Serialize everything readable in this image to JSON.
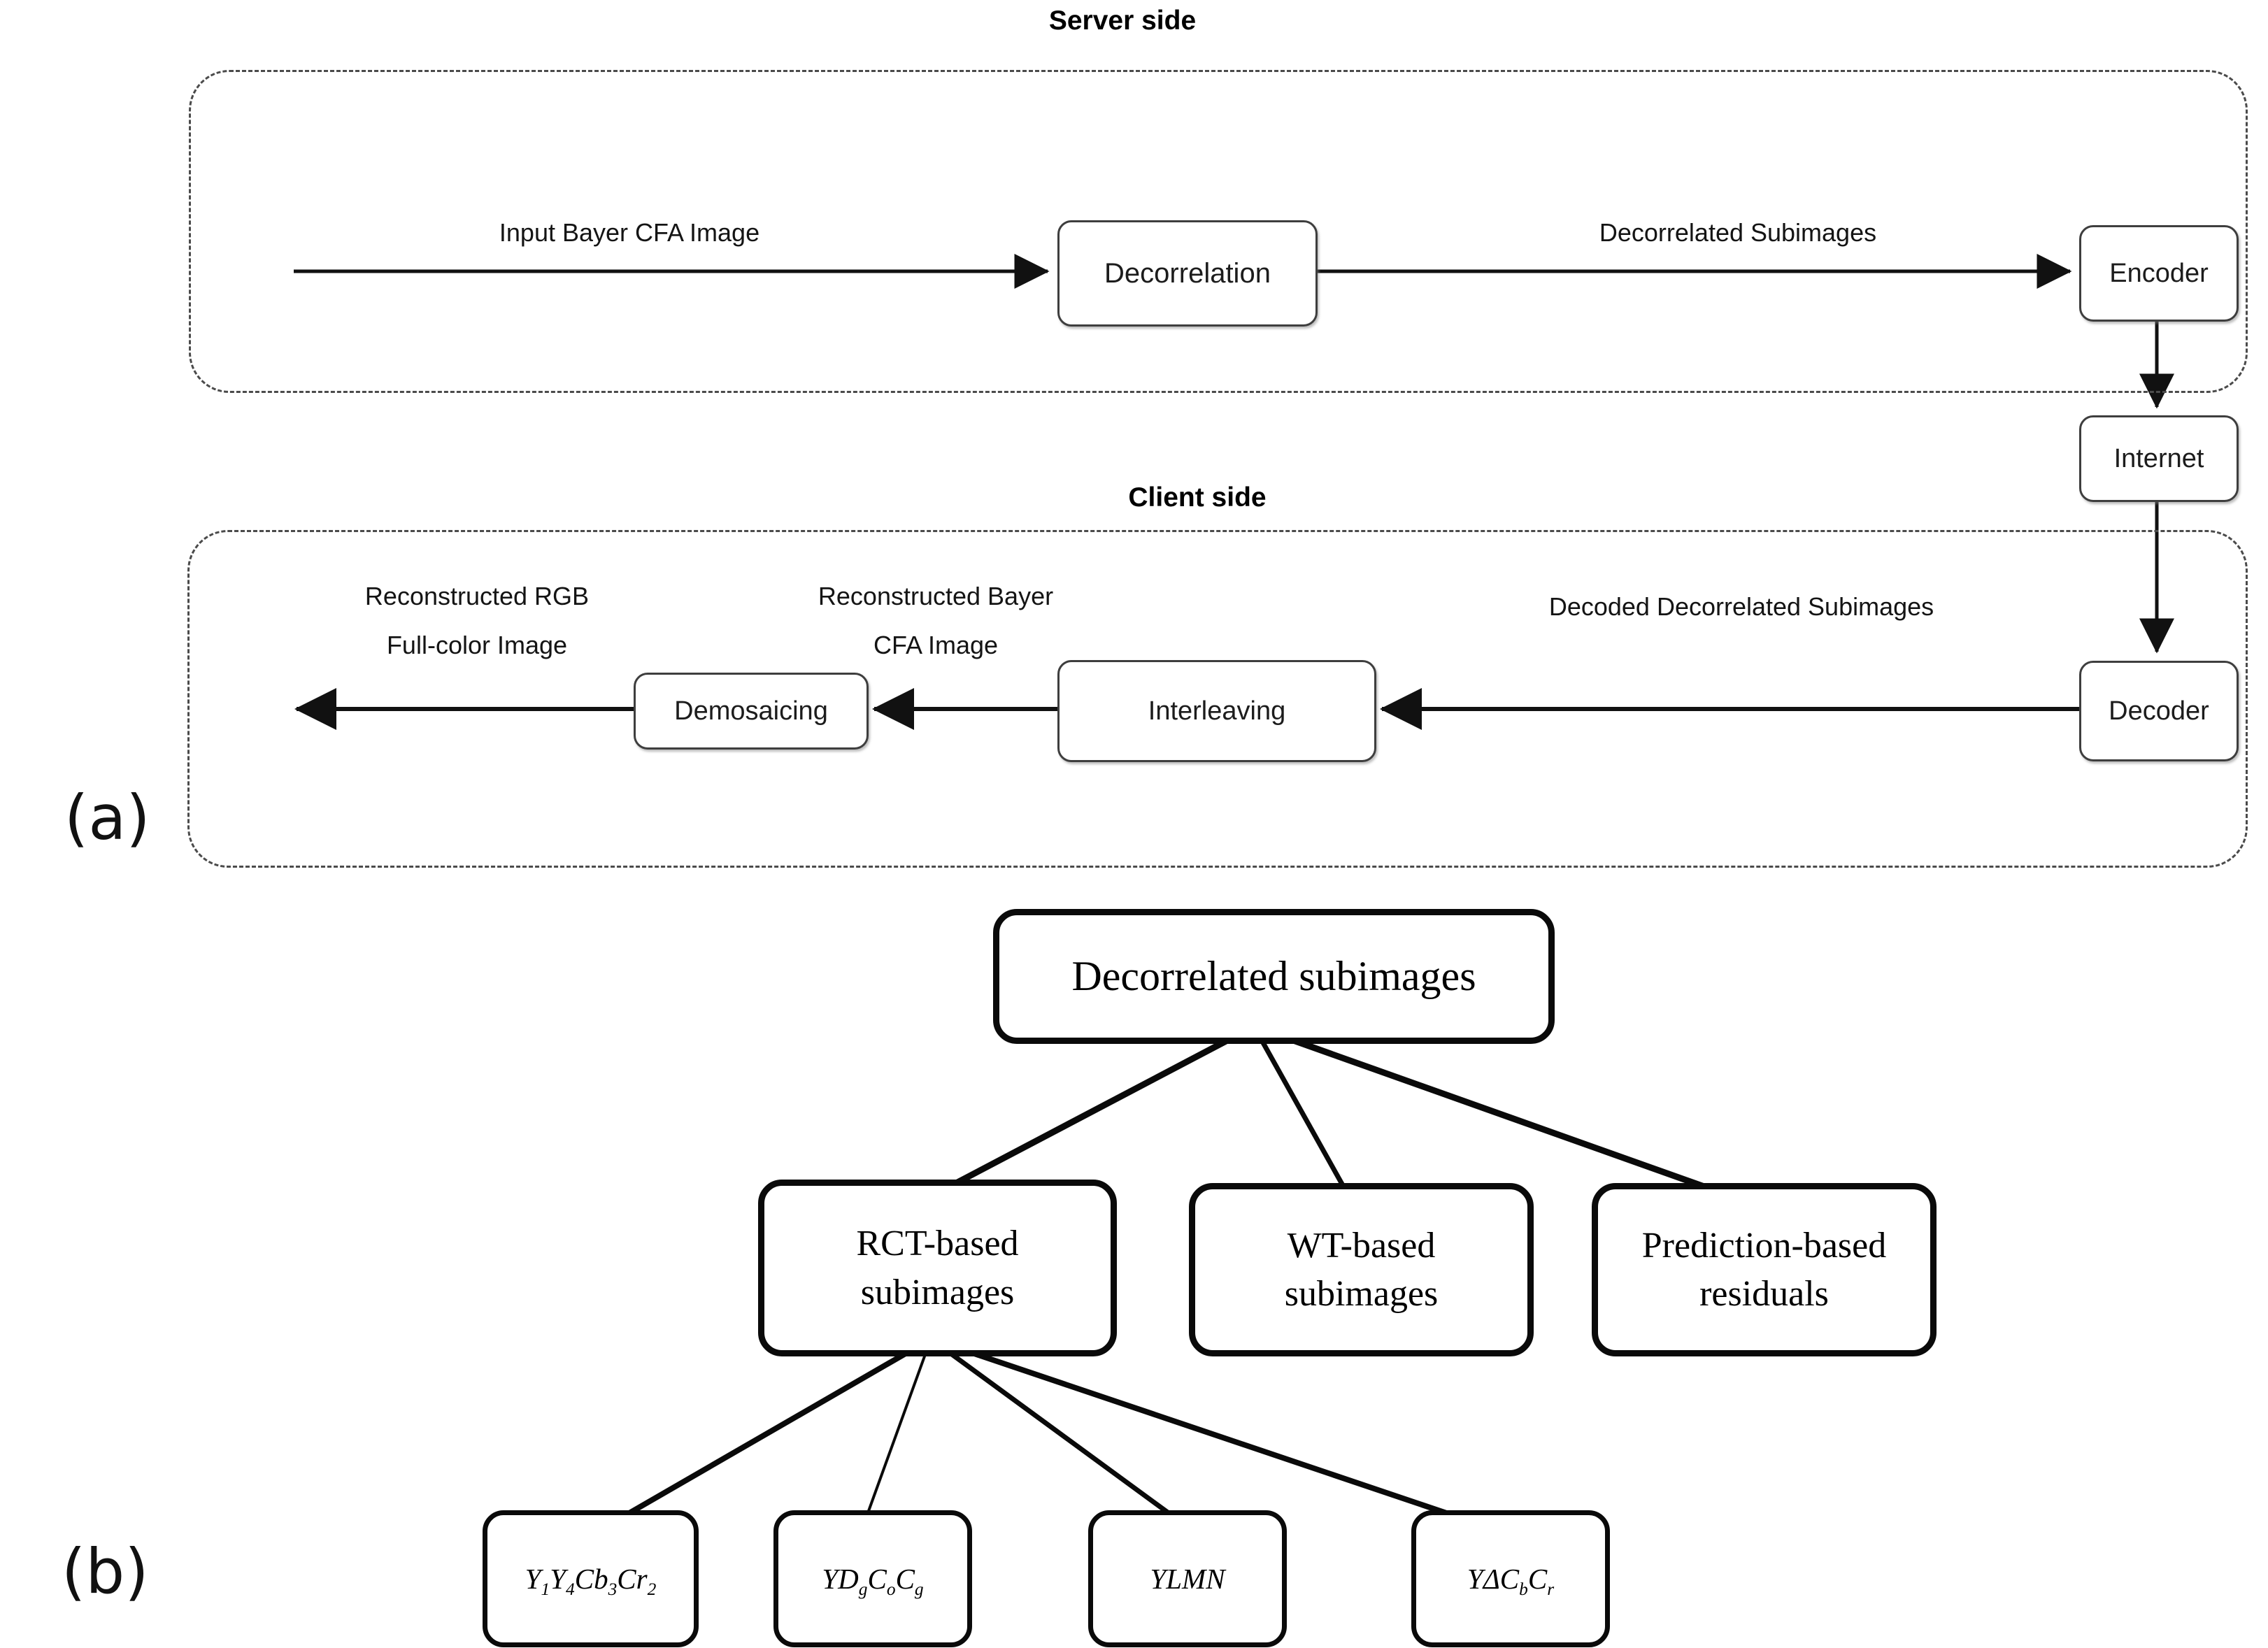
{
  "colors": {
    "ink": "#1a1a1a",
    "arrow": "#111111",
    "panel_dash_border": "#4b4b4b",
    "flow_box_border": "#3e3e3e",
    "tree_box_border": "#0a0a0a",
    "background": "#ffffff"
  },
  "panel_a": {
    "label": "(a)",
    "server": {
      "title": "Server side",
      "input_label": "Input Bayer CFA Image",
      "decorrelation_box": "Decorrelation",
      "decorrelated_label": "Decorrelated Subimages",
      "encoder_box": "Encoder"
    },
    "internet_box": "Internet",
    "client": {
      "title": "Client side",
      "decoded_label": "Decoded Decorrelated Subimages",
      "decoder_box": "Decoder",
      "interleaving_box": "Interleaving",
      "demosaicing_box": "Demosaicing",
      "recon_bayer": {
        "line1": "Reconstructed Bayer",
        "line2": "CFA Image"
      },
      "recon_rgb": {
        "line1": "Reconstructed RGB",
        "line2": "Full-color Image"
      }
    }
  },
  "panel_b": {
    "label": "(b)",
    "root": "Decorrelated subimages",
    "children": [
      {
        "line1": "RCT-based",
        "line2": "subimages"
      },
      {
        "line1": "WT-based",
        "line2": "subimages"
      },
      {
        "line1": "Prediction-based",
        "line2": "residuals"
      }
    ],
    "leaves": [
      {
        "name": "Y1Y4Cb3Cr2",
        "segments": [
          {
            "t": "Y"
          },
          {
            "t": "1",
            "sub": true
          },
          {
            "t": "Y"
          },
          {
            "t": "4",
            "sub": true
          },
          {
            "t": "Cb"
          },
          {
            "t": "3",
            "sub": true
          },
          {
            "t": "Cr"
          },
          {
            "t": "2",
            "sub": true
          }
        ]
      },
      {
        "name": "YDgCoCg",
        "segments": [
          {
            "t": "YD"
          },
          {
            "t": "g",
            "sub": true
          },
          {
            "t": "C"
          },
          {
            "t": "o",
            "sub": true
          },
          {
            "t": "C"
          },
          {
            "t": "g",
            "sub": true
          }
        ]
      },
      {
        "name": "YLMN",
        "segments": [
          {
            "t": "YLMN"
          }
        ]
      },
      {
        "name": "YΔCbCr",
        "segments": [
          {
            "t": "YΔC"
          },
          {
            "t": "b",
            "sub": true
          },
          {
            "t": "C"
          },
          {
            "t": "r",
            "sub": true
          }
        ]
      }
    ]
  }
}
